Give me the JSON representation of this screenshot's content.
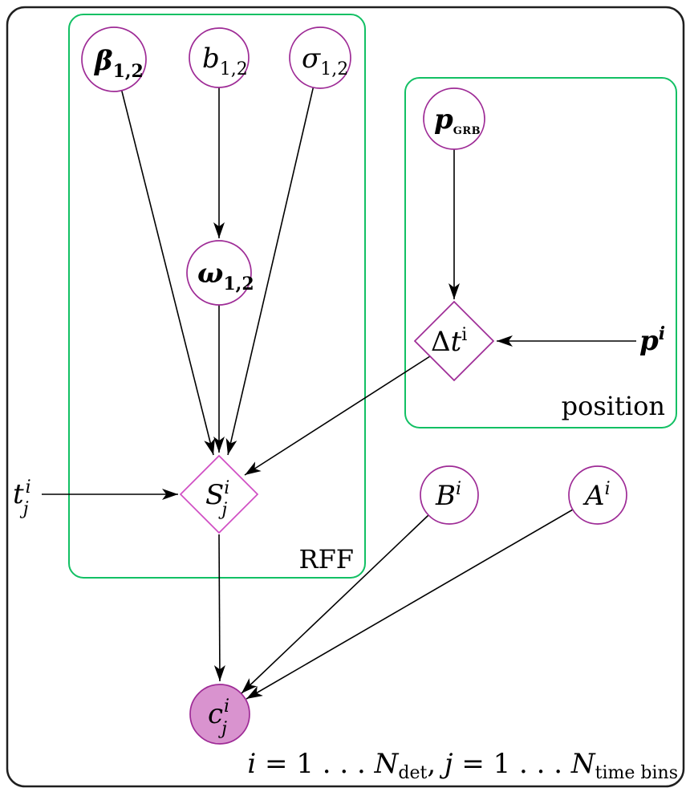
{
  "figure": {
    "type": "bayesian-network-plate-diagram",
    "colors": {
      "outer_border": "#1f1f1f",
      "plate_green": "#12c064",
      "node_stroke": "#9e2b96",
      "s_diamond_stroke": "#d04ec3",
      "observed_fill": "#d993cf",
      "arrow": "#000000",
      "background": "#ffffff"
    },
    "plates": {
      "rff": {
        "label": "RFF"
      },
      "position": {
        "label": "position"
      }
    },
    "nodes": {
      "beta": {
        "main": "β",
        "sub": "1,2"
      },
      "b": {
        "main": "b",
        "sub": "1,2"
      },
      "sigma": {
        "main": "σ",
        "sub": "1,2"
      },
      "omega": {
        "main": "ω",
        "sub": "1,2"
      },
      "p_grb": {
        "main": "p",
        "sub": "GRB"
      },
      "delta_t": {
        "delta": "Δ",
        "t": "t",
        "sup": "i"
      },
      "s": {
        "main": "S",
        "sup": "i",
        "sub": "j"
      },
      "t": {
        "main": "t",
        "sup": "i",
        "sub": "j"
      },
      "p_det": {
        "main": "p",
        "sup": "i"
      },
      "bkg": {
        "main": "B",
        "sup": "i"
      },
      "amp": {
        "main": "A",
        "sup": "i"
      },
      "counts": {
        "main": "c",
        "sup": "i",
        "sub": "j"
      }
    },
    "edges": [
      {
        "from": "beta",
        "to": "s"
      },
      {
        "from": "b",
        "to": "omega"
      },
      {
        "from": "omega",
        "to": "s"
      },
      {
        "from": "sigma",
        "to": "s"
      },
      {
        "from": "p_grb",
        "to": "delta_t"
      },
      {
        "from": "p_det",
        "to": "delta_t"
      },
      {
        "from": "delta_t",
        "to": "s"
      },
      {
        "from": "t",
        "to": "s"
      },
      {
        "from": "s",
        "to": "counts"
      },
      {
        "from": "bkg",
        "to": "counts"
      },
      {
        "from": "amp",
        "to": "counts"
      }
    ],
    "caption": {
      "i": "i",
      "eq1": " = 1 . . . ",
      "N1": "N",
      "sub1": "det",
      "sep": ", ",
      "j": "j",
      "eq2": " = 1 . . . ",
      "N2": "N",
      "sub2": "time bins"
    }
  }
}
